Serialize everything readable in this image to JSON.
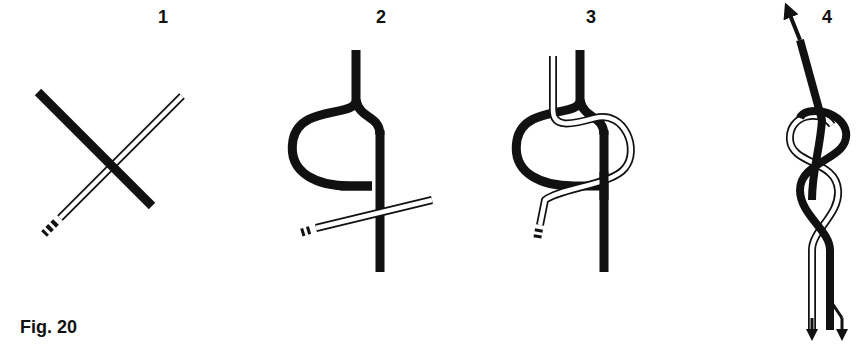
{
  "diagram": {
    "labels": [
      "1",
      "2",
      "3",
      "4",
      "Fig. 20"
    ]
  }
}
